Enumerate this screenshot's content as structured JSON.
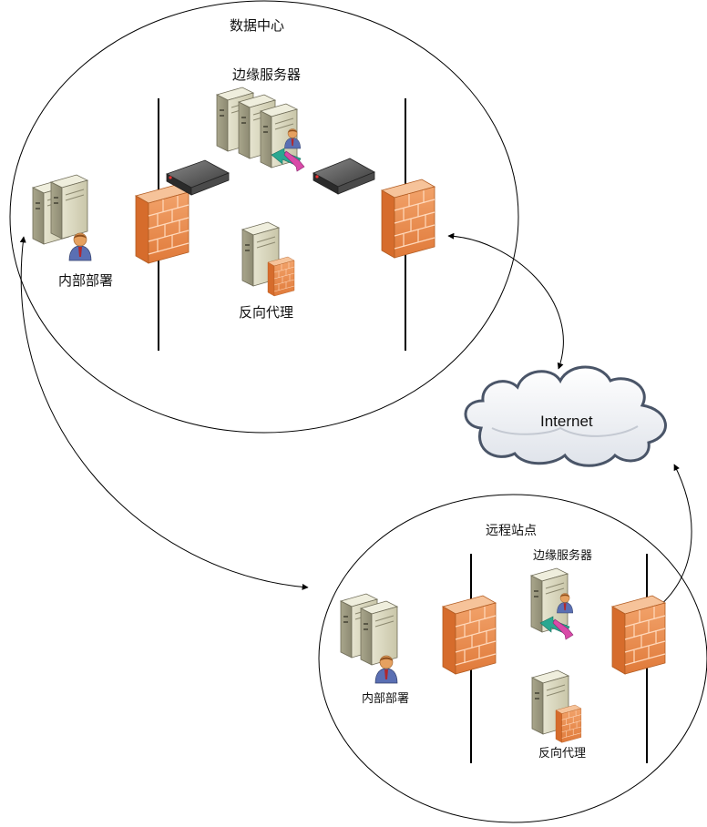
{
  "datacenter": {
    "title": "数据中心",
    "edge_servers": "边缘服务器",
    "internal": "内部部署",
    "reverse_proxy": "反向代理"
  },
  "internet": {
    "label": "Internet"
  },
  "remote": {
    "title": "远程站点",
    "edge_servers": "边缘服务器",
    "internal": "内部部署",
    "reverse_proxy": "反向代理"
  }
}
